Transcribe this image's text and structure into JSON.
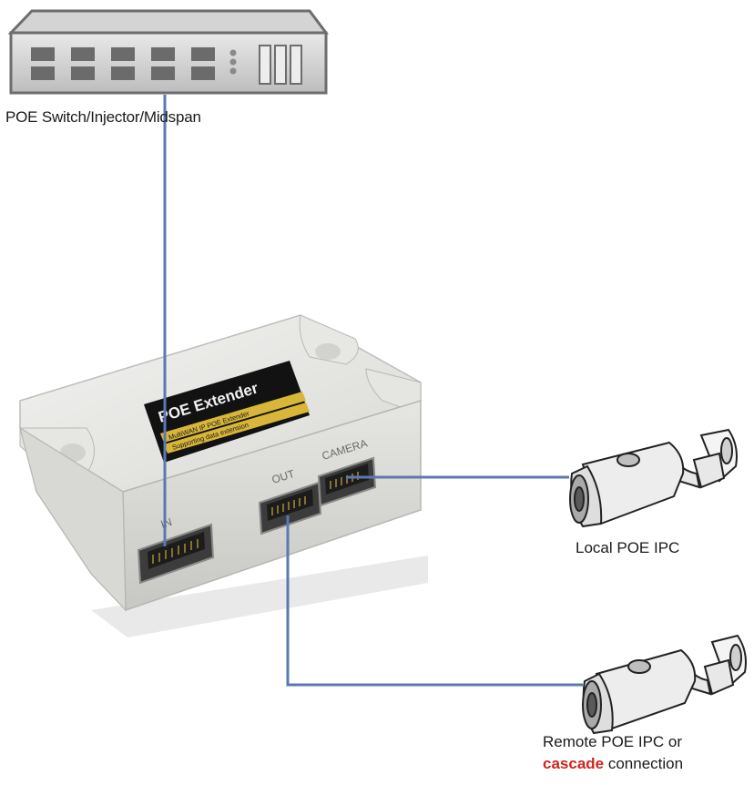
{
  "switch": {
    "label": "POE Switch/Injector/Midspan"
  },
  "extender": {
    "title": "POE Extender",
    "subtitle": "MultiWAN IP POE Extender",
    "tagline": "Supporting data extension",
    "ports": {
      "in": "IN",
      "out": "OUT",
      "camera": "CAMERA"
    }
  },
  "local_camera": {
    "label": "Local POE IPC"
  },
  "remote_camera": {
    "label_line1": "Remote POE IPC or",
    "label_cascade": "cascade",
    "label_rest": " connection"
  },
  "colors": {
    "cable": "#5a79b0",
    "cascade": "#d0241e"
  }
}
